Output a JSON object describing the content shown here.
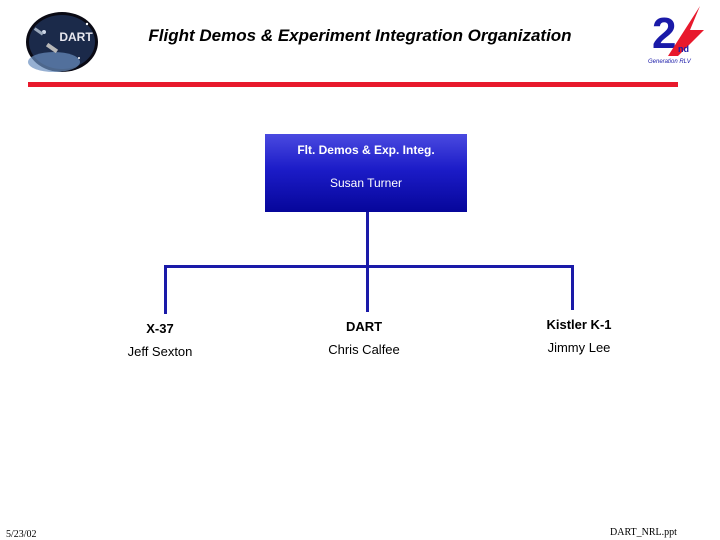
{
  "header": {
    "title": "Flight Demos & Experiment Integration Organization",
    "left_logo_text": "DART",
    "right_logo_text": "2nd Generation RLV"
  },
  "org": {
    "root": {
      "title": "Flt. Demos & Exp. Integ.",
      "person": "Susan Turner"
    },
    "children": [
      {
        "title": "X-37",
        "person": "Jeff Sexton"
      },
      {
        "title": "DART",
        "person": "Chris Calfee"
      },
      {
        "title": "Kistler K-1",
        "person": "Jimmy Lee"
      }
    ]
  },
  "footer": {
    "date": "5/23/02",
    "filename": "DART_NRL.ppt"
  },
  "colors": {
    "accent_red": "#e8192c",
    "box_blue": "#1c1cc8",
    "line_blue": "#1a1aa8"
  }
}
